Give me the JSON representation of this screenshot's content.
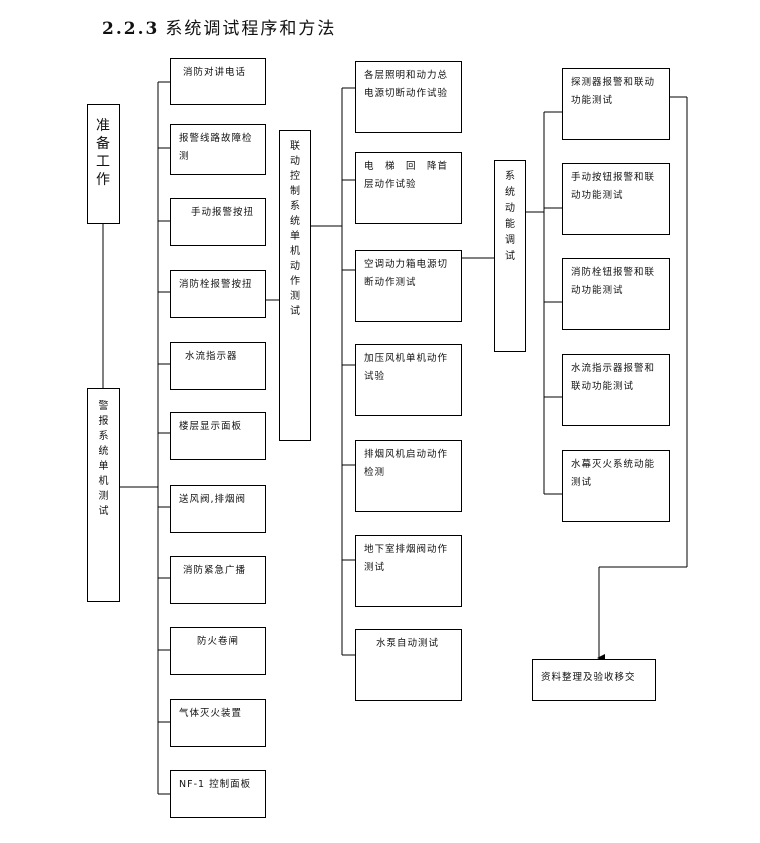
{
  "heading": {
    "number": "2.2.3",
    "text": "系统调试程序和方法"
  },
  "prep": "准备工作",
  "alarm": "警报系统单机测试",
  "alarm_items": [
    "消防对讲电话",
    "报警线路故障检测",
    "手动报警按扭",
    "消防栓报警按扭",
    "水流指示器",
    "楼层显示面板",
    "送风阀,排烟阀",
    "消防紧急广播",
    "防火卷闸",
    "气体灭火装置",
    "NF-1 控制面板"
  ],
  "linkage": "联动控制系统单机动作测试",
  "linkage_items": [
    "各层照明和动力总电源切断动作试验",
    "电　梯　回　降首层动作试验",
    "空调动力箱电源切断动作测试",
    "加压风机单机动作试验",
    "排烟风机启动动作检测",
    "地下室排烟阀动作测试",
    "水泵自动测试"
  ],
  "system": "系统动能调试",
  "system_items": [
    "探测器报警和联动功能测试",
    "手动按钮报警和联动功能测试",
    "消防栓钮报警和联动功能测试",
    "水流指示器报警和联动功能测试",
    "水幕灭火系统动能测试"
  ],
  "final": "资料整理及验收移交",
  "colors": {
    "line": "#000000",
    "text": "#111111",
    "background": "#ffffff"
  }
}
